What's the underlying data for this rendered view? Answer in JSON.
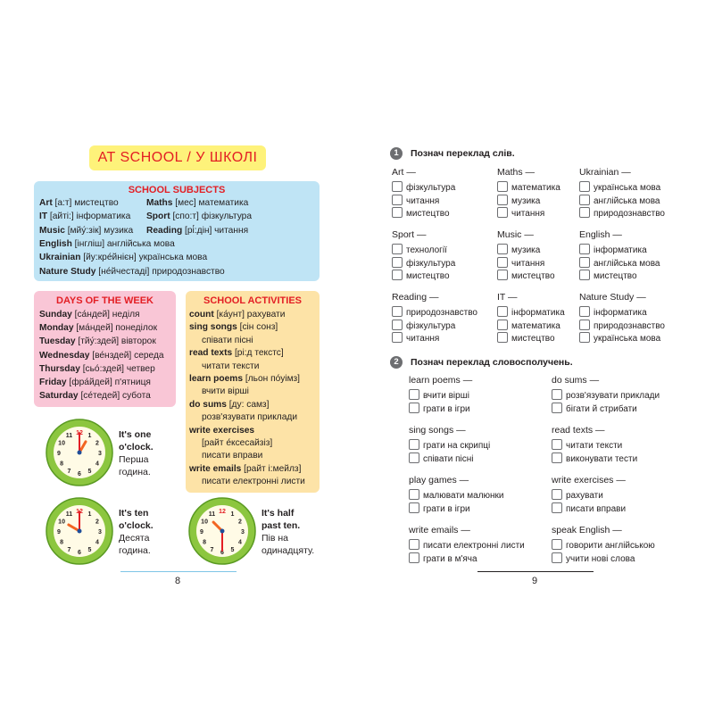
{
  "left_page": {
    "title": "AT SCHOOL / У ШКОЛІ",
    "subjects": {
      "heading": "SCHOOL SUBJECTS",
      "col1": [
        {
          "en": "Art",
          "rest": " [а:т] мистецтво"
        },
        {
          "en": "IT",
          "rest": " [айті:] інформатика"
        },
        {
          "en": "Music",
          "rest": " [мйу́:зік] музика"
        },
        {
          "en": "English",
          "rest": " [інгліш] англійська мова"
        },
        {
          "en": "Ukrainian",
          "rest": " [йу:кре́йнієн] українська мова"
        },
        {
          "en": "Nature Study",
          "rest": " [не́йчестаді] природознавство"
        }
      ],
      "col2": [
        {
          "en": "Maths",
          "rest": " [мес] математика"
        },
        {
          "en": "Sport",
          "rest": " [спо:т] фізкультура"
        },
        {
          "en": "Reading",
          "rest": " [рі́:дін] читання"
        }
      ]
    },
    "days": {
      "heading": "DAYS OF THE WEEK",
      "items": [
        {
          "en": "Sunday",
          "rest": " [са́ндей] неділя"
        },
        {
          "en": "Monday",
          "rest": " [ма́ндей] понеділок"
        },
        {
          "en": "Tuesday",
          "rest": " [тйу́:здей] вівторок"
        },
        {
          "en": "Wednesday",
          "rest": " [ве́нздей] середа"
        },
        {
          "en": "Thursday",
          "rest": " [сьо́:здей] четвер"
        },
        {
          "en": "Friday",
          "rest": " [фра́йдей] п'ятниця"
        },
        {
          "en": "Saturday",
          "rest": " [се́тедей] субота"
        }
      ]
    },
    "activities": {
      "heading": "SCHOOL ACTIVITIES",
      "lines": [
        {
          "en": "count",
          "rest": " [ка́унт] рахувати"
        },
        {
          "en": "sing songs",
          "rest": " [сін сонз]"
        },
        {
          "en": "",
          "rest": "співати пісні"
        },
        {
          "en": "read texts",
          "rest": " [рі:д текстс]"
        },
        {
          "en": "",
          "rest": "читати тексти"
        },
        {
          "en": "learn poems",
          "rest": " [льон по́уімз]"
        },
        {
          "en": "",
          "rest": "вчити вірші"
        },
        {
          "en": "do sums",
          "rest": " [ду: самз]"
        },
        {
          "en": "",
          "rest": "розв'язувати приклади"
        },
        {
          "en": "write exercises",
          "rest": ""
        },
        {
          "en": "",
          "rest": "[райт е́ксесайзіз]"
        },
        {
          "en": "",
          "rest": "писати вправи"
        },
        {
          "en": "write emails",
          "rest": " [райт і:мейлз]"
        },
        {
          "en": "",
          "rest": "писати електронні листи"
        }
      ]
    },
    "clocks": [
      {
        "en1": "It's one",
        "en2": "o'clock.",
        "ua1": "Перша",
        "ua2": "година.",
        "hour": 1,
        "minute": 0
      },
      {
        "en1": "It's ten",
        "en2": "o'clock.",
        "ua1": "Десята",
        "ua2": "година.",
        "hour": 10,
        "minute": 0
      },
      {
        "en1": "It's half",
        "en2": "past ten.",
        "ua1": "Пів на",
        "ua2": "одинадцяту.",
        "hour": 10,
        "minute": 30
      }
    ],
    "page_number": "8"
  },
  "right_page": {
    "task1": {
      "number": "1",
      "title": "Познач переклад слів.",
      "groups": [
        {
          "head": "Art —",
          "options": [
            "фізкультура",
            "читання",
            "мистецтво"
          ]
        },
        {
          "head": "Maths —",
          "options": [
            "математика",
            "музика",
            "читання"
          ]
        },
        {
          "head": "Ukrainian —",
          "options": [
            "українська мова",
            "англійська мова",
            "природознавство"
          ]
        },
        {
          "head": "Sport —",
          "options": [
            "технології",
            "фізкультура",
            "мистецтво"
          ]
        },
        {
          "head": "Music —",
          "options": [
            "музика",
            "читання",
            "мистецтво"
          ]
        },
        {
          "head": "English —",
          "options": [
            "інформатика",
            "англійська мова",
            "мистецтво"
          ]
        },
        {
          "head": "Reading —",
          "options": [
            "природознавство",
            "фізкультура",
            "читання"
          ]
        },
        {
          "head": "IT —",
          "options": [
            "інформатика",
            "математика",
            "мистецтво"
          ]
        },
        {
          "head": "Nature Study —",
          "options": [
            "інформатика",
            "природознавство",
            "українська мова"
          ]
        }
      ]
    },
    "task2": {
      "number": "2",
      "title": "Познач переклад словосполучень.",
      "groups": [
        {
          "head": "learn poems —",
          "options": [
            "вчити вірші",
            "грати в ігри"
          ]
        },
        {
          "head": "do sums —",
          "options": [
            "розв'язувати приклади",
            "бігати й стрибати"
          ]
        },
        {
          "head": "sing songs —",
          "options": [
            "грати на скрипці",
            "співати пісні"
          ]
        },
        {
          "head": "read texts —",
          "options": [
            "читати тексти",
            "виконувати тести"
          ]
        },
        {
          "head": "play games —",
          "options": [
            "малювати малюнки",
            "грати в ігри"
          ]
        },
        {
          "head": "write exercises —",
          "options": [
            "рахувати",
            "писати вправи"
          ]
        },
        {
          "head": "write emails —",
          "options": [
            "писати електронні листи",
            "грати в м'яча"
          ]
        },
        {
          "head": "speak English —",
          "options": [
            "говорити англійською",
            "учити нові слова"
          ]
        }
      ]
    },
    "page_number": "9"
  },
  "colors": {
    "accent_red": "#e31e24",
    "title_yellow": "#fef27a",
    "subjects_blue": "#bfe4f5",
    "days_pink": "#f9c6d6",
    "activities_orange": "#fde3a7",
    "clock_green": "#8cc63f"
  }
}
